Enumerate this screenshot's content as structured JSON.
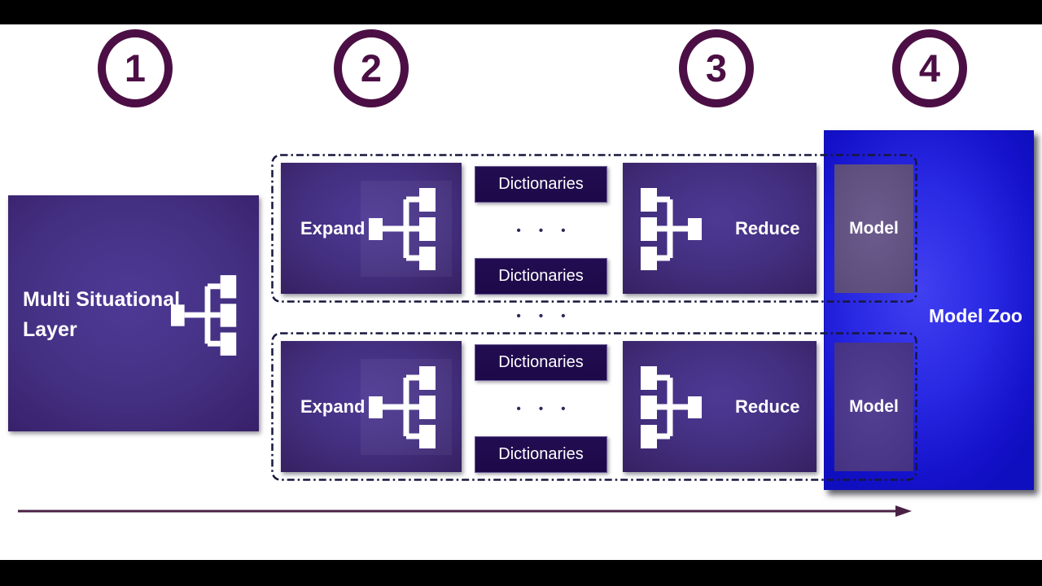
{
  "stages": [
    {
      "number": "1"
    },
    {
      "number": "2"
    },
    {
      "number": "3"
    },
    {
      "number": "4"
    }
  ],
  "multi_situational_layer": {
    "label": "Multi Situational Layer"
  },
  "rows": [
    {
      "expand_label": "Expand",
      "dictionaries_top": "Dictionaries",
      "dictionaries_ellipsis": "• • •",
      "dictionaries_bottom": "Dictionaries",
      "reduce_label": "Reduce",
      "model_label": "Model"
    },
    {
      "expand_label": "Expand",
      "dictionaries_top": "Dictionaries",
      "dictionaries_ellipsis": "• • •",
      "dictionaries_bottom": "Dictionaries",
      "reduce_label": "Reduce",
      "model_label": "Model"
    }
  ],
  "rows_ellipsis": "• • •",
  "model_zoo": {
    "label": "Model Zoo"
  },
  "colors": {
    "stage_circle": "#4c0f45",
    "purple_box": "#443081",
    "dictionary_box": "#1d0949",
    "model_box_row1": "#60507f",
    "model_box_row2": "#4a3688",
    "model_zoo_blue": "#2b2ae4",
    "dash_border": "#17173d",
    "arrow": "#4a2145"
  }
}
